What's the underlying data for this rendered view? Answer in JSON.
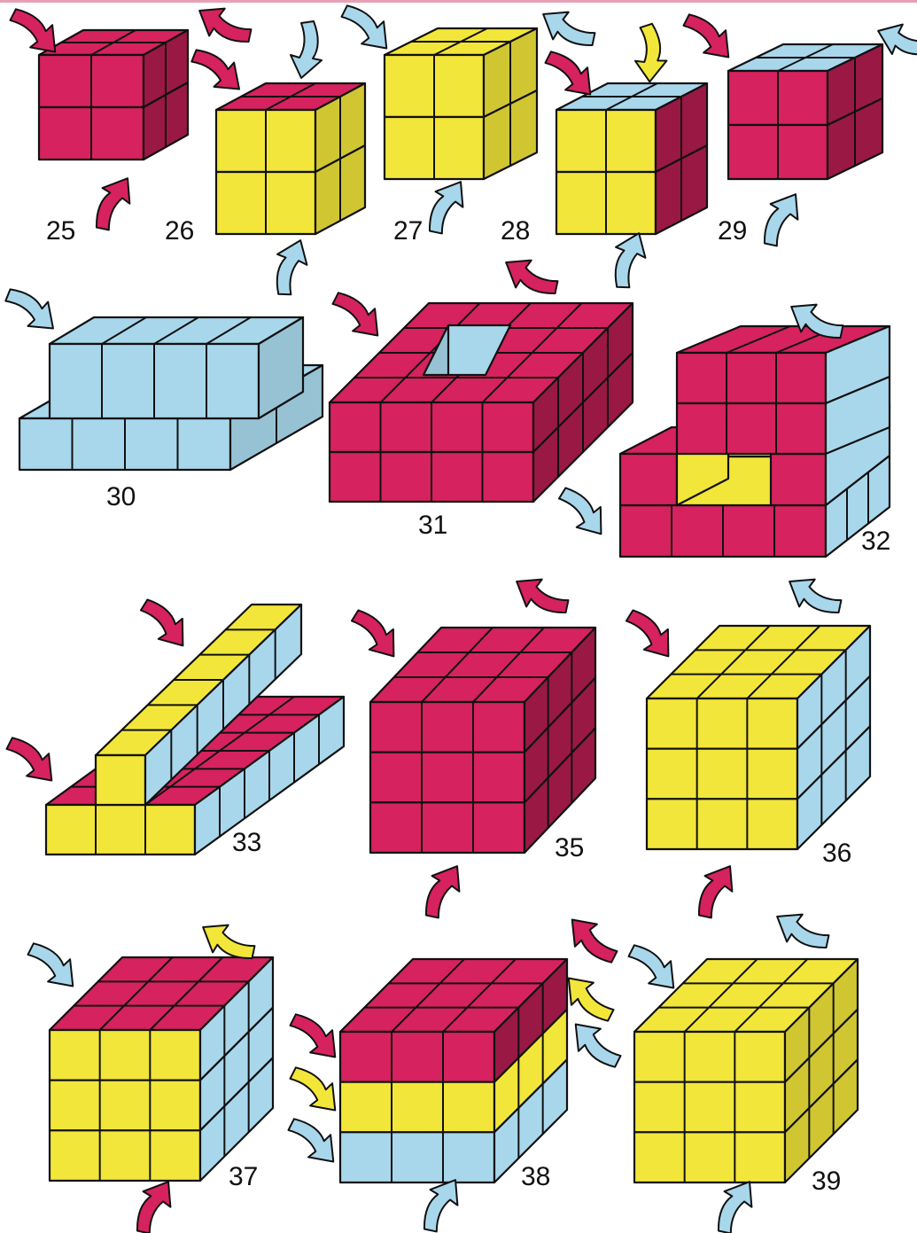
{
  "colors": {
    "magenta": "#d6225e",
    "yellow": "#f2e63a",
    "blue": "#a8d7ec",
    "outline": "#111111"
  },
  "figures": [
    {
      "label": "25"
    },
    {
      "label": "26"
    },
    {
      "label": "27"
    },
    {
      "label": "28"
    },
    {
      "label": "29"
    },
    {
      "label": "30"
    },
    {
      "label": "31"
    },
    {
      "label": "32"
    },
    {
      "label": "33"
    },
    {
      "label": "35"
    },
    {
      "label": "36"
    },
    {
      "label": "37"
    },
    {
      "label": "38"
    },
    {
      "label": "39"
    }
  ]
}
